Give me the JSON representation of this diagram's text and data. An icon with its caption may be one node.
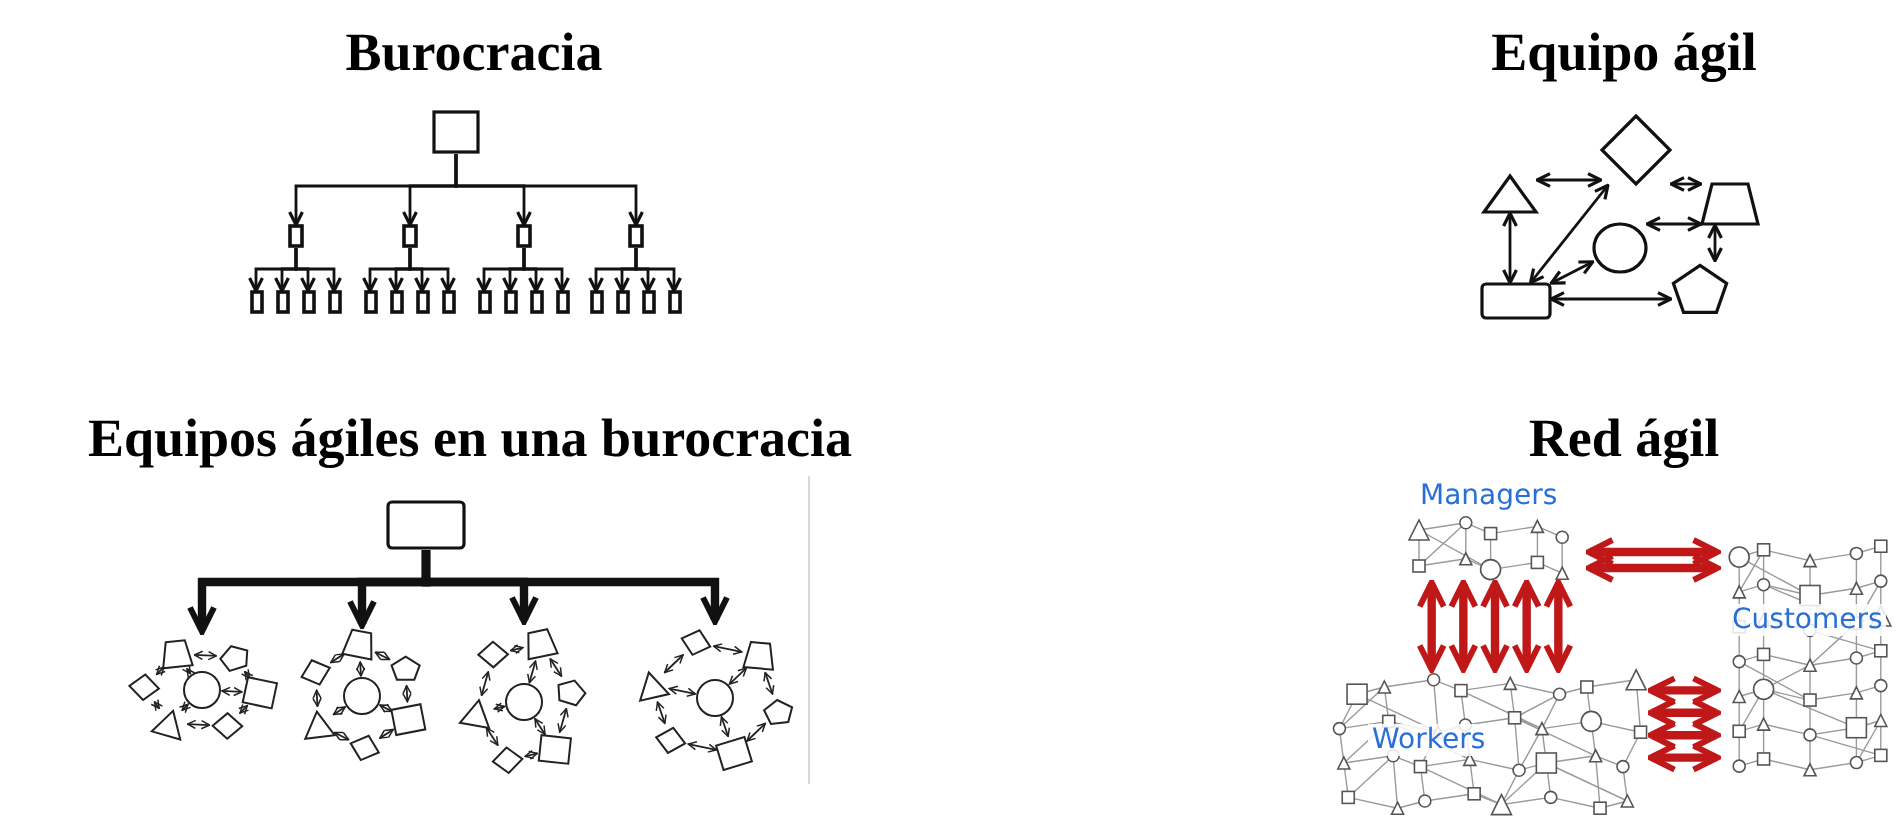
{
  "diagram": {
    "nodes": [
      {
        "text": [],
        "shape": "box"
      },
      {
        "text": [],
        "shape": "box"
      },
      {
        "text": [],
        "shape": "box"
      },
      {
        "text": [],
        "shape": "box"
      },
      {
        "text": [],
        "shape": "box"
      },
      {
        "text": [],
        "shape": "box"
      },
      {
        "text": [],
        "shape": "box"
      },
      {
        "text": [],
        "shape": "box"
      },
      {
        "text": [],
        "shape": "box"
      },
      {
        "text": [],
        "shape": "box"
      },
      {
        "text": [],
        "shape": "box"
      },
      {
        "text": [],
        "shape": "box"
      },
      {
        "text": [],
        "shape": "box"
      },
      {
        "text": [],
        "shape": "box"
      },
      {
        "text": [],
        "shape": "box"
      },
      {
        "text": [],
        "shape": "box"
      },
      {
        "text": [],
        "shape": "box"
      },
      {
        "text": [],
        "shape": "box"
      },
      {
        "text": [],
        "shape": "box"
      },
      {
        "text": [],
        "shape": "box"
      },
      {
        "text": [],
        "shape": "box"
      },
      {
        "text": [],
        "shape": "diamond"
      },
      {
        "text": [],
        "shape": "triangle"
      },
      {
        "text": [],
        "shape": "trapezoid"
      },
      {
        "text": [],
        "shape": "circle"
      },
      {
        "text": [],
        "shape": "pentagon"
      },
      {
        "text": [],
        "shape": "box"
      },
      {
        "text": [],
        "shape": "box"
      },
      {
        "text": [],
        "shape": "picture"
      },
      {
        "text": [],
        "shape": "picture"
      },
      {
        "text": [],
        "shape": "picture"
      },
      {
        "text": [],
        "shape": "picture"
      },
      {
        "text": [
          "Managers"
        ]
      },
      {
        "text": [
          "Customers"
        ]
      },
      {
        "text": [
          "Workers"
        ]
      }
    ],
    "edges": [
      {
        "from": 0,
        "to": 1,
        "arrow": "to"
      },
      {
        "from": 0,
        "to": 2,
        "arrow": "to"
      },
      {
        "from": 0,
        "to": 3,
        "arrow": "to"
      },
      {
        "from": 0,
        "to": 4,
        "arrow": "to"
      },
      {
        "from": 1,
        "to": 5,
        "arrow": "to"
      },
      {
        "from": 1,
        "to": 6,
        "arrow": "to"
      },
      {
        "from": 1,
        "to": 7,
        "arrow": "to"
      },
      {
        "from": 1,
        "to": 8,
        "arrow": "to"
      },
      {
        "from": 2,
        "to": 9,
        "arrow": "to"
      },
      {
        "from": 2,
        "to": 10,
        "arrow": "to"
      },
      {
        "from": 2,
        "to": 11,
        "arrow": "to"
      },
      {
        "from": 2,
        "to": 12,
        "arrow": "to"
      },
      {
        "from": 3,
        "to": 13,
        "arrow": "to"
      },
      {
        "from": 3,
        "to": 14,
        "arrow": "to"
      },
      {
        "from": 3,
        "to": 15,
        "arrow": "to"
      },
      {
        "from": 3,
        "to": 16,
        "arrow": "to"
      },
      {
        "from": 4,
        "to": 17,
        "arrow": "to"
      },
      {
        "from": 4,
        "to": 18,
        "arrow": "to"
      },
      {
        "from": 4,
        "to": 19,
        "arrow": "to"
      },
      {
        "from": 4,
        "to": 20,
        "arrow": "to"
      },
      {
        "from": 22,
        "to": 21,
        "arrow": "both"
      },
      {
        "from": 26,
        "to": 22,
        "arrow": "both"
      },
      {
        "from": 26,
        "to": 21,
        "arrow": "both"
      },
      {
        "from": 26,
        "to": 24,
        "arrow": "both"
      },
      {
        "from": 21,
        "to": 23,
        "arrow": "both"
      },
      {
        "from": 23,
        "to": 24,
        "arrow": "both"
      },
      {
        "from": 23,
        "to": 25,
        "arrow": "both"
      },
      {
        "from": 26,
        "to": 25,
        "arrow": "both"
      },
      {
        "from": 27,
        "to": 28,
        "arrow": "to",
        "style": "thick"
      },
      {
        "from": 27,
        "to": 29,
        "arrow": "to",
        "style": "thick"
      },
      {
        "from": 27,
        "to": 30,
        "arrow": "to",
        "style": "thick"
      },
      {
        "from": 27,
        "to": 31,
        "arrow": "to",
        "style": "thick"
      },
      {
        "from": 32,
        "to": 34,
        "arrow": "both",
        "style": "thick",
        "color": "#c01818"
      },
      {
        "from": 32,
        "to": 34,
        "arrow": "both",
        "style": "thick",
        "color": "#c01818"
      },
      {
        "from": 32,
        "to": 34,
        "arrow": "both",
        "style": "thick",
        "color": "#c01818"
      },
      {
        "from": 32,
        "to": 34,
        "arrow": "both",
        "style": "thick",
        "color": "#c01818"
      },
      {
        "from": 32,
        "to": 34,
        "arrow": "both",
        "style": "thick",
        "color": "#c01818"
      },
      {
        "from": 32,
        "to": 33,
        "arrow": "both",
        "style": "thick",
        "color": "#c01818"
      },
      {
        "from": 32,
        "to": 33,
        "arrow": "both",
        "style": "thick",
        "color": "#c01818"
      },
      {
        "from": 34,
        "to": 33,
        "arrow": "both",
        "style": "thick",
        "color": "#c01818"
      },
      {
        "from": 34,
        "to": 33,
        "arrow": "both",
        "style": "thick",
        "color": "#c01818"
      },
      {
        "from": 34,
        "to": 33,
        "arrow": "both",
        "style": "thick",
        "color": "#c01818"
      },
      {
        "from": 34,
        "to": 33,
        "arrow": "both",
        "style": "thick",
        "color": "#c01818"
      }
    ],
    "labels": [
      "Burocracia",
      "Equipo ágil",
      "Equipos ágiles en una burocracia",
      "Red ágil"
    ]
  }
}
